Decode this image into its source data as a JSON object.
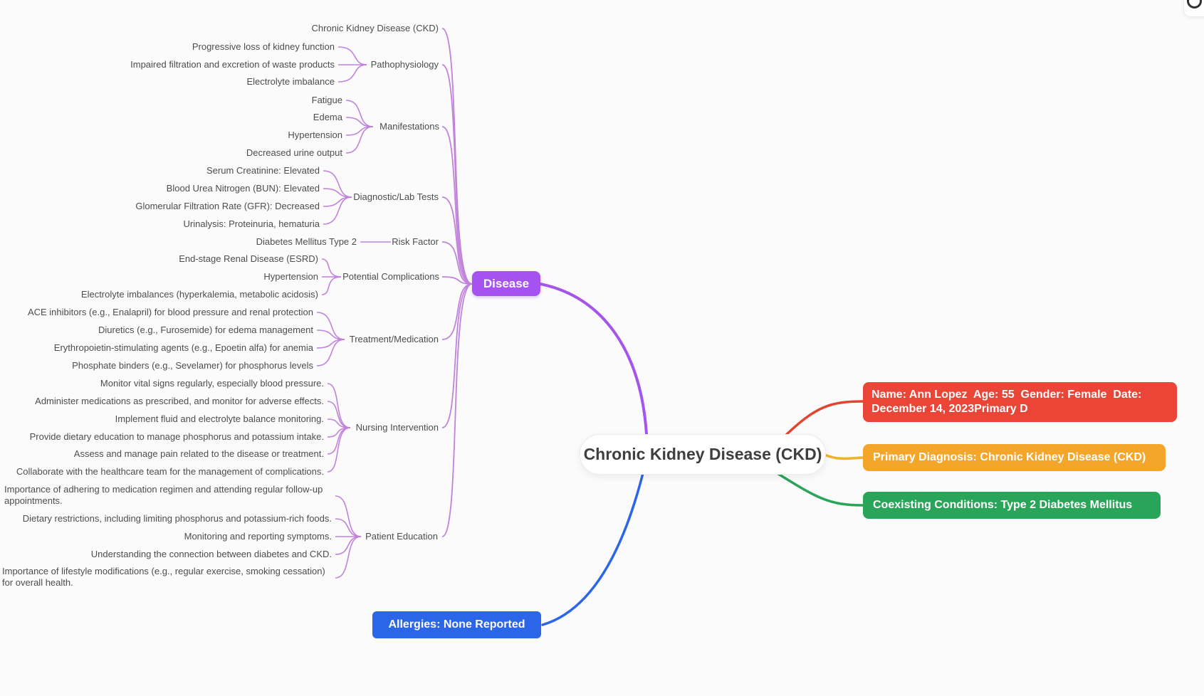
{
  "root": {
    "label": "Chronic Kidney Disease (CKD)"
  },
  "branch": {
    "label": "Disease"
  },
  "tree": {
    "groups": [
      {
        "label": "",
        "leaves": [
          "Chronic Kidney Disease (CKD)"
        ]
      },
      {
        "label": "Pathophysiology",
        "leaves": [
          "Progressive loss of kidney function",
          "Impaired filtration and excretion of waste products",
          "Electrolyte imbalance"
        ]
      },
      {
        "label": "Manifestations",
        "leaves": [
          "Fatigue",
          "Edema",
          "Hypertension",
          "Decreased urine output"
        ]
      },
      {
        "label": "Diagnostic/Lab Tests",
        "leaves": [
          "Serum Creatinine: Elevated",
          "Blood Urea Nitrogen (BUN): Elevated",
          "Glomerular Filtration Rate (GFR): Decreased",
          "Urinalysis: Proteinuria, hematuria"
        ]
      },
      {
        "label": "Risk Factor",
        "leaves": [
          "Diabetes Mellitus Type 2"
        ]
      },
      {
        "label": "Potential Complications",
        "leaves": [
          "End-stage Renal Disease (ESRD)",
          "Hypertension",
          "Electrolyte imbalances (hyperkalemia, metabolic acidosis)"
        ]
      },
      {
        "label": "Treatment/Medication",
        "leaves": [
          "ACE inhibitors (e.g., Enalapril) for blood pressure and renal protection",
          "Diuretics (e.g., Furosemide) for edema management",
          "Erythropoietin-stimulating agents (e.g., Epoetin alfa) for anemia",
          "Phosphate binders (e.g., Sevelamer) for phosphorus levels"
        ]
      },
      {
        "label": "Nursing Intervention",
        "leaves": [
          "Monitor vital signs regularly, especially blood pressure.",
          "Administer medications as prescribed, and monitor for adverse effects.",
          "Implement fluid and electrolyte balance monitoring.",
          "Provide dietary education to manage phosphorus and potassium intake.",
          "Assess and manage pain related to the disease or treatment.",
          "Collaborate with the healthcare team for the management of complications."
        ]
      },
      {
        "label": "Patient Education",
        "leaves": [
          "Importance of adhering to medication regimen and attending regular follow-up appointments.",
          "Dietary restrictions, including limiting phosphorus and potassium-rich foods.",
          "Monitoring and reporting symptoms.",
          "Understanding the connection between diabetes and CKD.",
          "Importance of lifestyle modifications (e.g., regular exercise, smoking cessation) for overall health."
        ]
      }
    ]
  },
  "patient_nodes": [
    {
      "id": "demographics",
      "color": "#EA4537",
      "text": "Name: Ann Lopez  Age: 55  Gender: Female  Date: December 14, 2023Primary D"
    },
    {
      "id": "primary-diagnosis",
      "color": "#F4A62B",
      "text": "Primary Diagnosis: Chronic Kidney Disease (CKD)"
    },
    {
      "id": "coexisting-conditions",
      "color": "#28A558",
      "text": "Coexisting Conditions: Type 2 Diabetes Mellitus"
    },
    {
      "id": "allergies",
      "color": "#2B65E8",
      "text": "Allergies: None Reported"
    }
  ],
  "palette": {
    "background": "#FBFBFB",
    "tree_text": "#4D4D4D",
    "tree_line": "#C182DC",
    "branch_purple": "#A552F0",
    "edge_purple": "#A555EC",
    "edge_red": "#E04532",
    "edge_orange": "#F0B228",
    "edge_green": "#28A558",
    "edge_blue": "#2B65E8"
  },
  "corner_button": {
    "icon": "search"
  }
}
